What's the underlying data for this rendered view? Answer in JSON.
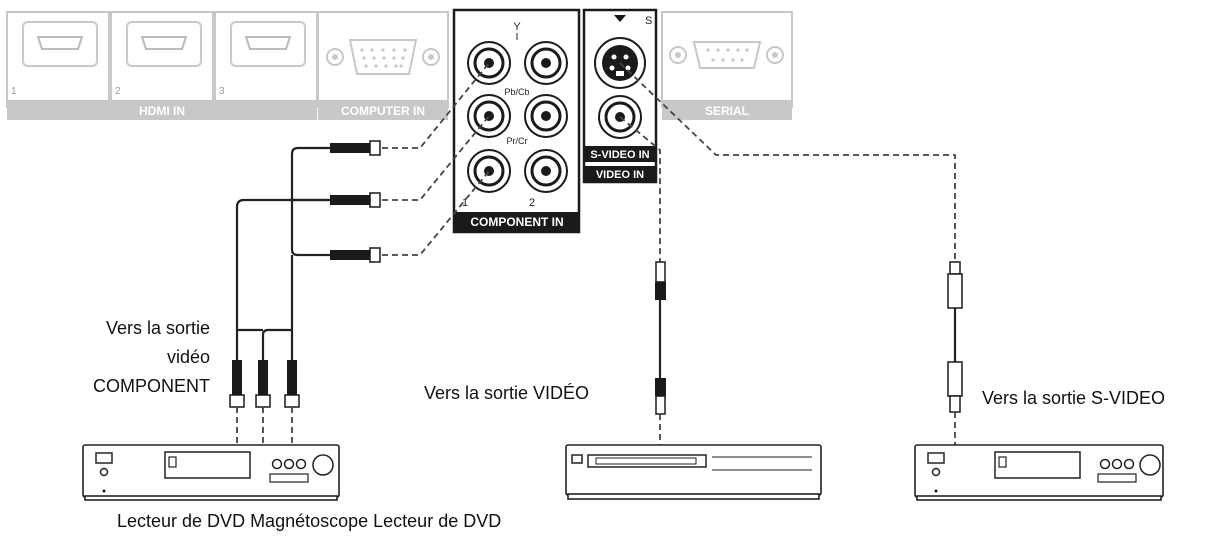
{
  "panel": {
    "hdmi": {
      "label": "HDMI IN",
      "ports": [
        "1",
        "2",
        "3"
      ]
    },
    "computer": {
      "label": "COMPUTER IN"
    },
    "serial": {
      "label": "SERIAL"
    },
    "component": {
      "label": "COMPONENT IN",
      "jack_labels": {
        "y": "Y",
        "pb": "Pb/Cb",
        "pr": "Pr/Cr",
        "set1": "1",
        "set2": "2"
      }
    },
    "svideo": {
      "label": "S-VIDEO IN",
      "s_mark": "S"
    },
    "video": {
      "label": "VIDEO IN"
    }
  },
  "captions": {
    "component_output": [
      "Vers la sortie",
      "vidéo",
      "COMPONENT"
    ],
    "video_output": "Vers la sortie VIDÉO",
    "svideo_output": "Vers la sortie S-VIDEO"
  },
  "devices_caption": "Lecteur de DVD Magnétoscope Lecteur de DVD",
  "colors": {
    "faded": "#c8c8c8",
    "dark": "#1a1a1a",
    "cable": "#444444"
  }
}
